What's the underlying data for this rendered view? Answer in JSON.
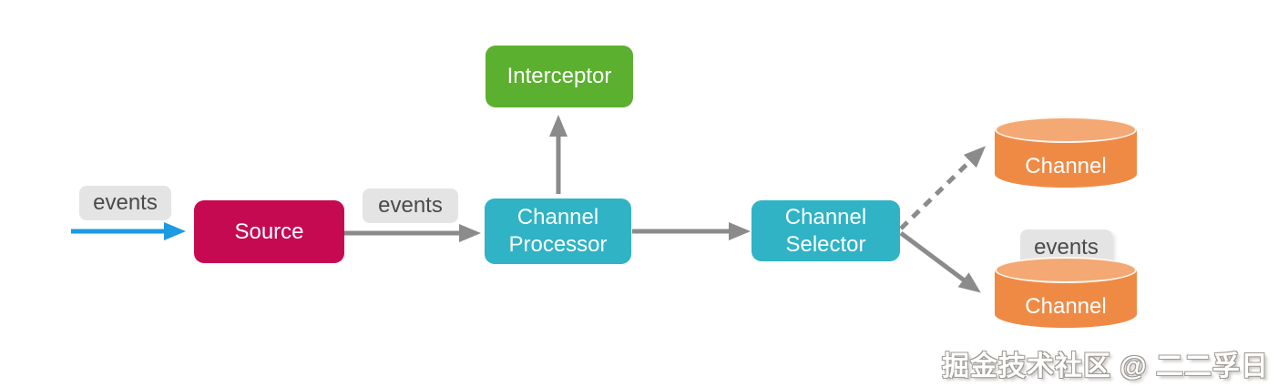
{
  "diagram": {
    "type": "flow-diagram",
    "nodes": {
      "source": {
        "label": "Source",
        "color": "#C50A52",
        "shape": "rounded-rect"
      },
      "interceptor": {
        "label": "Interceptor",
        "color": "#5BB02F",
        "shape": "rounded-rect"
      },
      "channel_processor": {
        "label": "Channel Processor",
        "color": "#2FB3C5",
        "shape": "rounded-rect"
      },
      "channel_selector": {
        "label": "Channel Selector",
        "color": "#2FB3C5",
        "shape": "rounded-rect"
      },
      "channel_top": {
        "label": "Channel",
        "color": "#EF8A45",
        "shape": "cylinder"
      },
      "channel_bottom": {
        "label": "Channel",
        "color": "#EF8A45",
        "shape": "cylinder"
      }
    },
    "labels": {
      "events_in": "events",
      "events_mid": "events",
      "events_out": "events"
    },
    "edges": [
      {
        "from": "external",
        "to": "source",
        "style": "solid",
        "color": "#1D9AE0"
      },
      {
        "from": "source",
        "to": "channel_processor",
        "style": "solid",
        "color": "#8B8B8B"
      },
      {
        "from": "channel_processor",
        "to": "interceptor",
        "style": "solid",
        "color": "#8B8B8B"
      },
      {
        "from": "channel_processor",
        "to": "channel_selector",
        "style": "solid",
        "color": "#8B8B8B"
      },
      {
        "from": "channel_selector",
        "to": "channel_top",
        "style": "dashed",
        "color": "#8B8B8B"
      },
      {
        "from": "channel_selector",
        "to": "channel_bottom",
        "style": "solid",
        "color": "#8B8B8B"
      }
    ],
    "colors": {
      "label_pill_bg": "#E4E4E4",
      "label_pill_text": "#4A4A4A",
      "cylinder_body": "#EF8A45",
      "cylinder_top": "#F4A873",
      "node_text": "#ffffff",
      "background": "#ffffff"
    }
  },
  "watermark": {
    "text": "掘金技术社区 @ 二二孚日"
  }
}
